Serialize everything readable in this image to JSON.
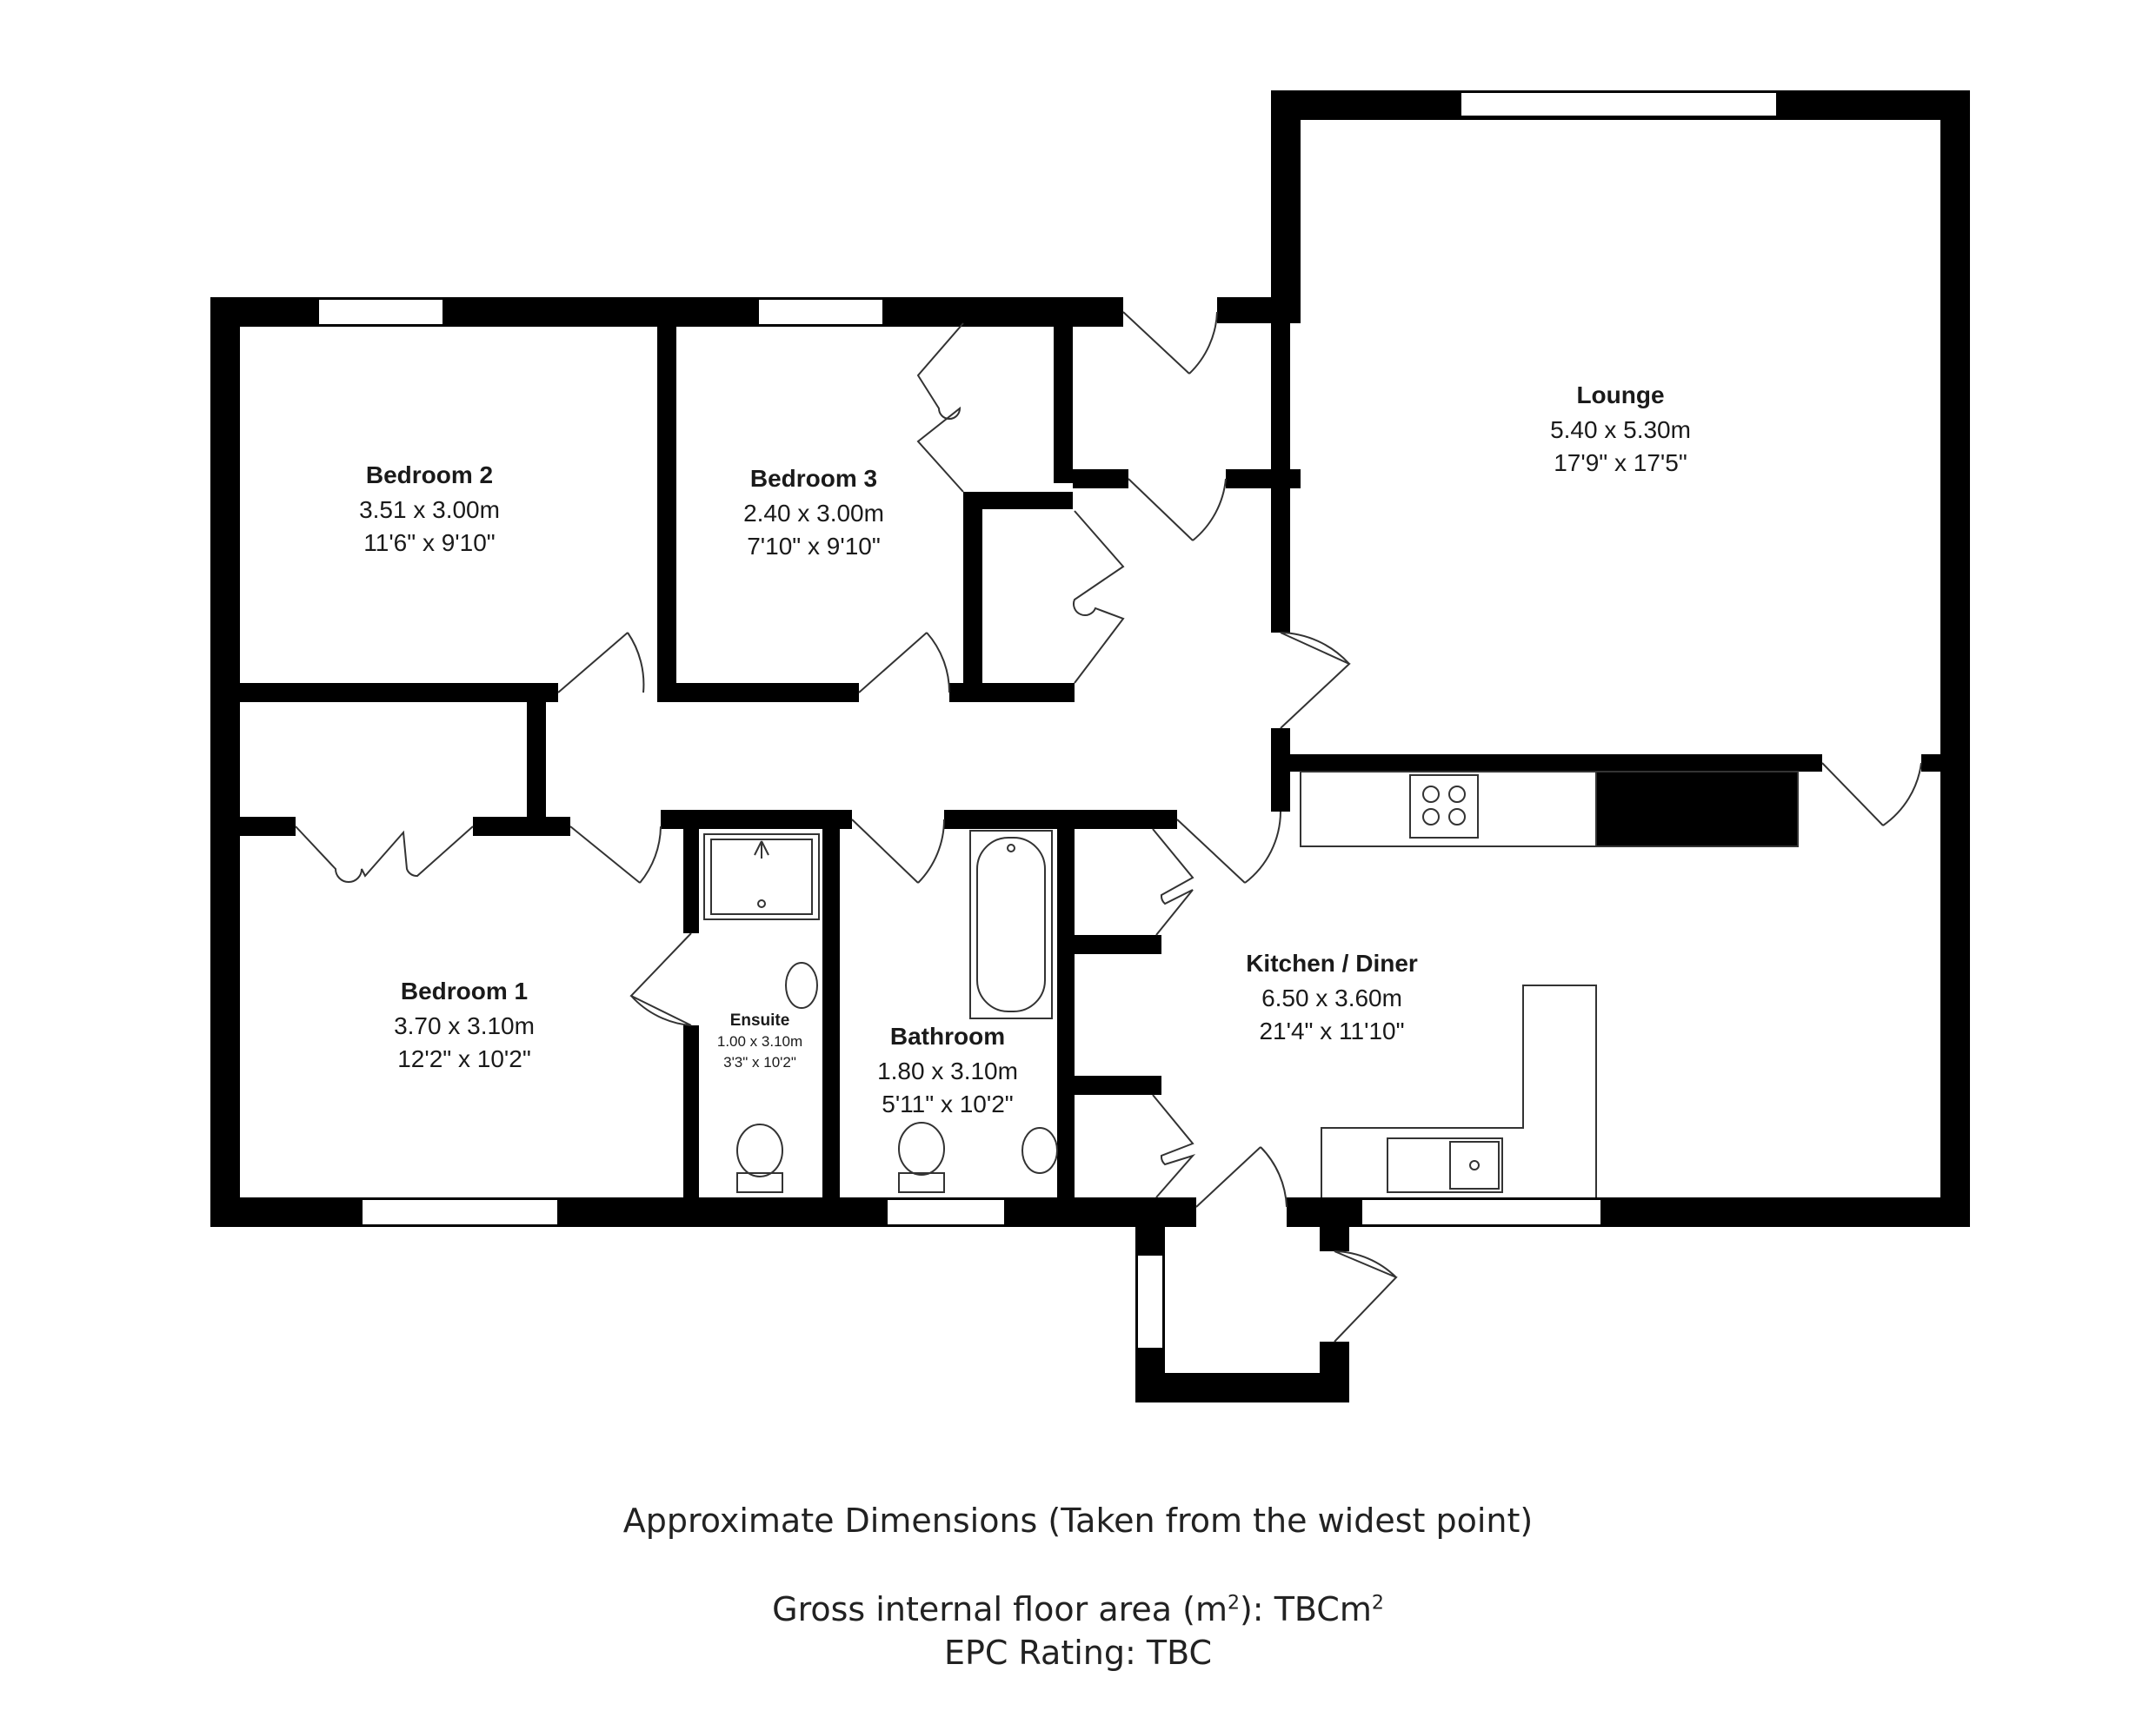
{
  "rooms": {
    "lounge": {
      "name": "Lounge",
      "metric": "5.40 x 5.30m",
      "imperial": "17'9\" x 17'5\""
    },
    "bedroom2": {
      "name": "Bedroom 2",
      "metric": "3.51 x 3.00m",
      "imperial": "11'6\" x 9'10\""
    },
    "bedroom3": {
      "name": "Bedroom 3",
      "metric": "2.40 x 3.00m",
      "imperial": "7'10\" x 9'10\""
    },
    "bedroom1": {
      "name": "Bedroom 1",
      "metric": "3.70 x 3.10m",
      "imperial": "12'2\" x 10'2\""
    },
    "ensuite": {
      "name": "Ensuite",
      "metric": "1.00 x 3.10m",
      "imperial": "3'3\" x 10'2\""
    },
    "bathroom": {
      "name": "Bathroom",
      "metric": "1.80 x 3.10m",
      "imperial": "5'11\" x 10'2\""
    },
    "kitchen": {
      "name": "Kitchen / Diner",
      "metric": "6.50 x 3.60m",
      "imperial": "21'4\" x 11'10\""
    }
  },
  "footer": {
    "dimensions_note": "Approximate Dimensions (Taken from the widest point)",
    "area_label": "Gross internal floor area (m",
    "area_sup": "2",
    "area_mid": "): TBCm",
    "area_sup2": "2",
    "epc": "EPC Rating: TBC"
  },
  "colors": {
    "wall": "#000000",
    "window": "#ffffff",
    "line": "#333333"
  }
}
